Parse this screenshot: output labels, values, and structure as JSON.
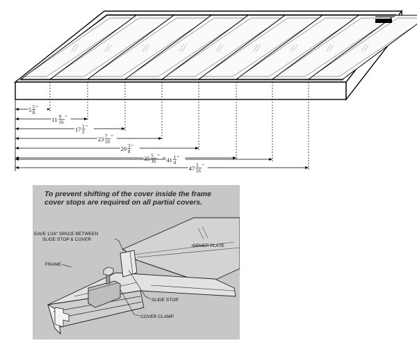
{
  "dimensions": [
    {
      "whole": "5",
      "num": "5",
      "den": "8"
    },
    {
      "whole": "11",
      "num": "9",
      "den": "16"
    },
    {
      "whole": "17",
      "num": "1",
      "den": "2"
    },
    {
      "whole": "23",
      "num": "7",
      "den": "16"
    },
    {
      "whole": "29",
      "num": "3",
      "den": "8"
    },
    {
      "whole": "35",
      "num": "5",
      "den": "16"
    },
    {
      "whole": "41",
      "num": "1",
      "den": "4"
    },
    {
      "whole": "47",
      "num": "3",
      "den": "16"
    }
  ],
  "inch_mark": "\"",
  "detail": {
    "caption": "To prevent shifting of the cover inside the frame cover stops are required on all partial covers.",
    "labels": {
      "leave_line1": "EAVE 1/16\" SPACE BETWEEN",
      "leave_line2": "SLIDE STOP & COVER",
      "frame": "FRAME",
      "cover_plate": "COVER PLATE",
      "slide_stop": "SLIDE STOP",
      "cover_clamp": "COVER CLAMP"
    }
  }
}
